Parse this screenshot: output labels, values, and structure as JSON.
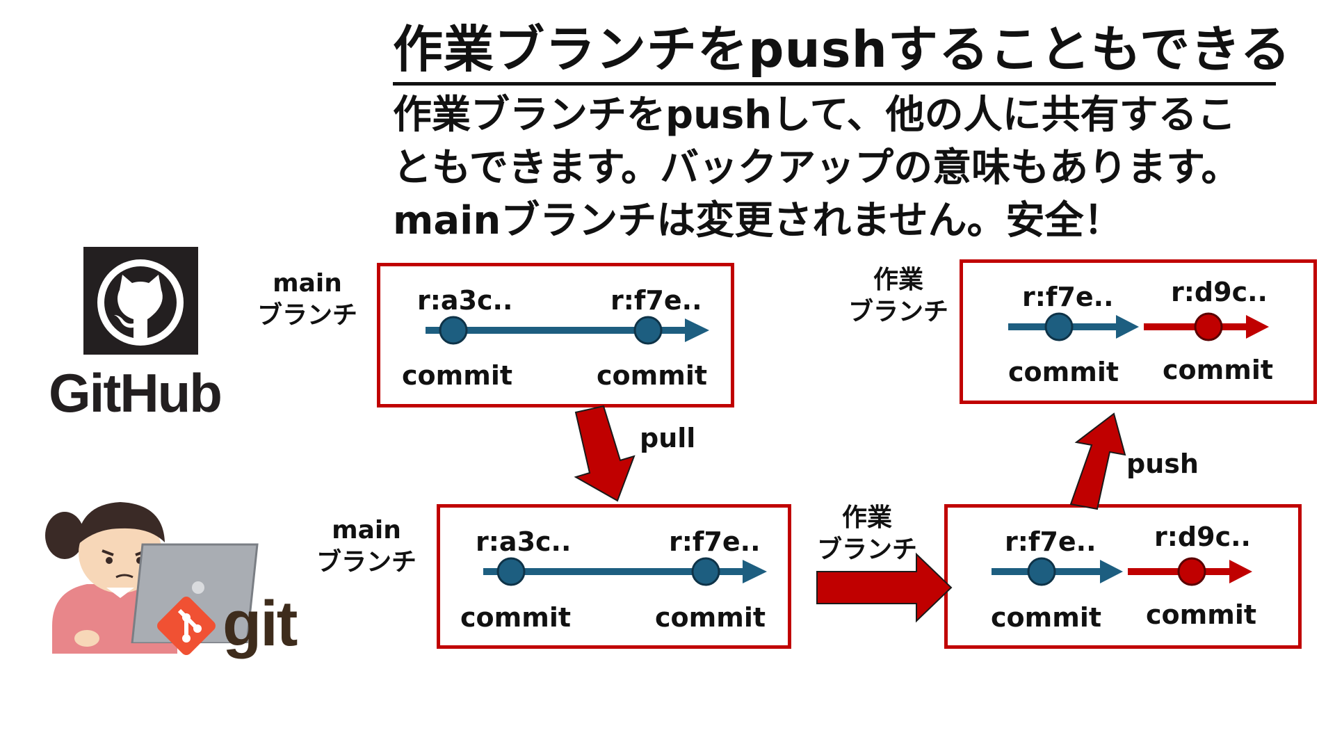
{
  "title": "作業ブランチをpushすることもできる",
  "description": {
    "line1": "作業ブランチをpushして、他の人に共有するこ",
    "line2": "ともできます。バックアップの意味もあります。",
    "line3": "mainブランチは変更されません。安全！"
  },
  "logos": {
    "github": "GitHub",
    "git": "git"
  },
  "labels": {
    "main_branch_remote": [
      "main",
      "ブランチ"
    ],
    "main_branch_local": [
      "main",
      "ブランチ"
    ],
    "work_branch_remote": [
      "作業",
      "ブランチ"
    ],
    "work_branch_local": [
      "作業",
      "ブランチ"
    ],
    "pull": "pull",
    "push": "push"
  },
  "commits": {
    "remote_main": [
      {
        "ref": "r:a3c..",
        "label": "commit"
      },
      {
        "ref": "r:f7e..",
        "label": "commit"
      }
    ],
    "local_main": [
      {
        "ref": "r:a3c..",
        "label": "commit"
      },
      {
        "ref": "r:f7e..",
        "label": "commit"
      }
    ],
    "remote_work": [
      {
        "ref": "r:f7e..",
        "label": "commit"
      },
      {
        "ref": "r:d9c..",
        "label": "commit"
      }
    ],
    "local_work": [
      {
        "ref": "r:f7e..",
        "label": "commit"
      },
      {
        "ref": "r:d9c..",
        "label": "commit"
      }
    ]
  },
  "colors": {
    "blue": "#1d5e80",
    "red": "#c00000",
    "box_border": "#c00000"
  },
  "icons": [
    "github-octocat-icon",
    "git-logo-icon",
    "developer-person-icon",
    "laptop-icon"
  ]
}
